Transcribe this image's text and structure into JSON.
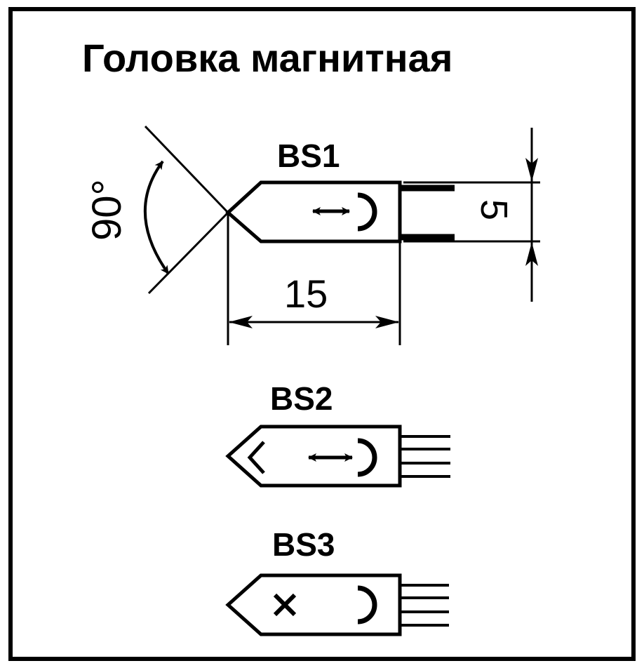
{
  "title": "Головка магнитная",
  "symbols": [
    {
      "label": "BS1"
    },
    {
      "label": "BS2"
    },
    {
      "label": "BS3"
    }
  ],
  "dimensions": {
    "angle": "90°",
    "length": "15",
    "width": "5"
  },
  "colors": {
    "ink": "#000000",
    "background": "#ffffff"
  }
}
